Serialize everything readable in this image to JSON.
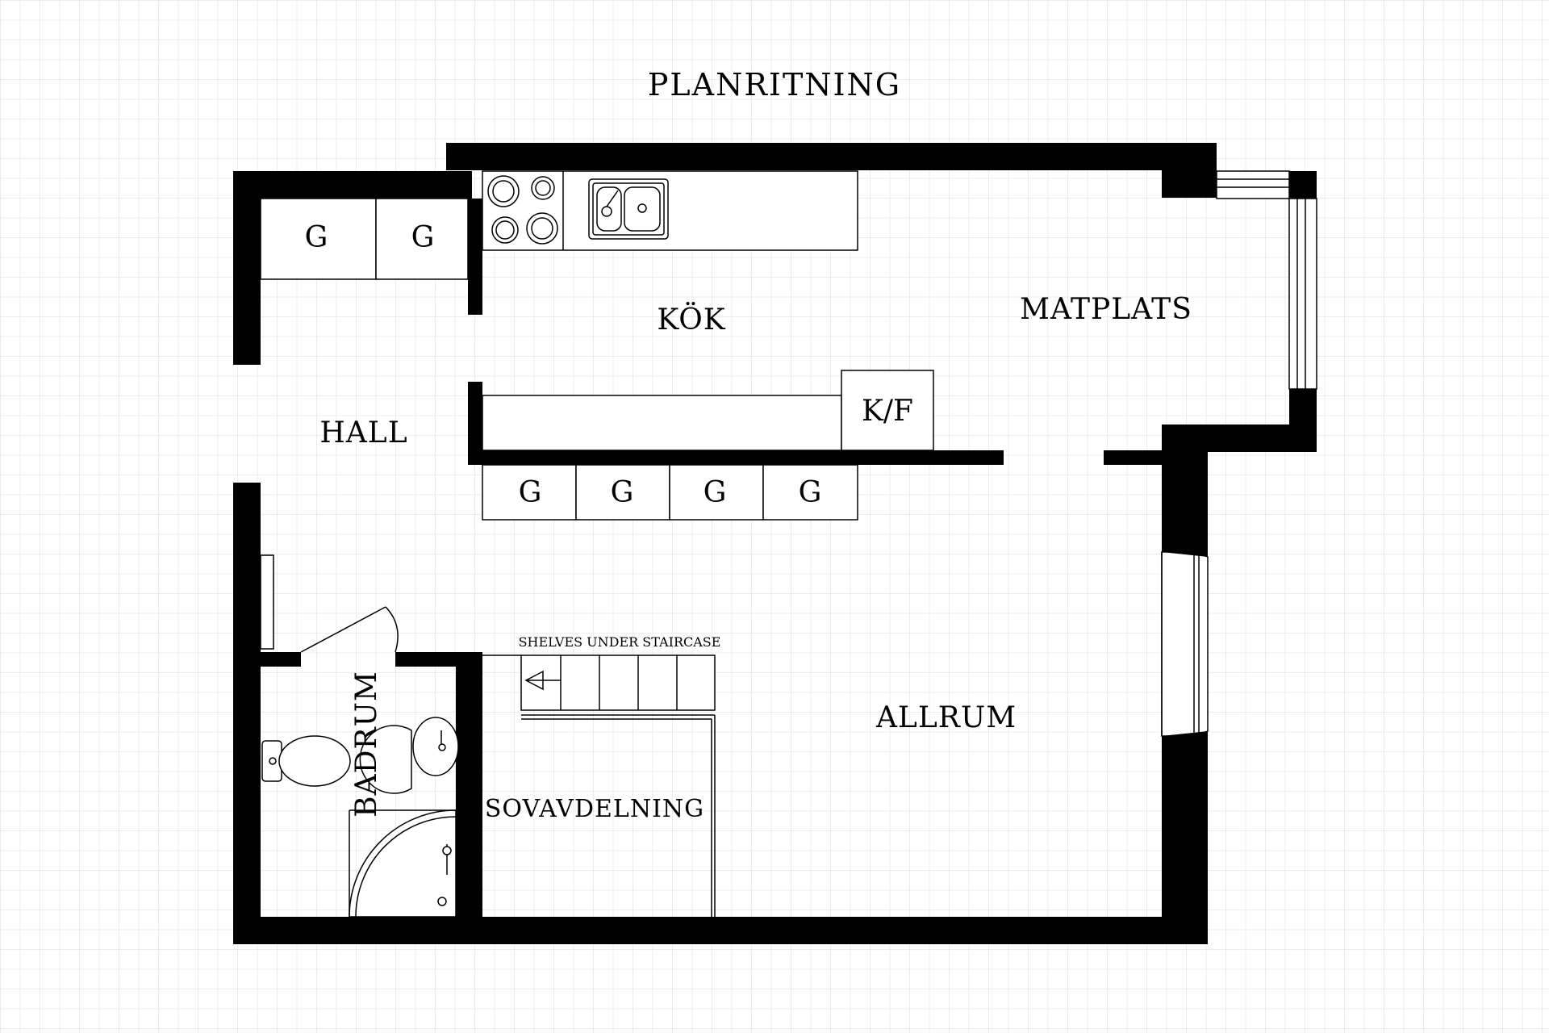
{
  "title": "PLANRITNING",
  "rooms": {
    "kok": "KÖK",
    "matplats": "MATPLATS",
    "hall": "HALL",
    "allrum": "ALLRUM",
    "badrum": "BADRUM",
    "sovavdelning": "SOVAVDELNING"
  },
  "fixtures": {
    "g_label": "G",
    "kf_label": "K/F",
    "staircase_label": "SHELVES UNDER STAIRCASE"
  },
  "colors": {
    "wall": "#000000",
    "background": "#ffffff",
    "grid": "#ececec"
  }
}
